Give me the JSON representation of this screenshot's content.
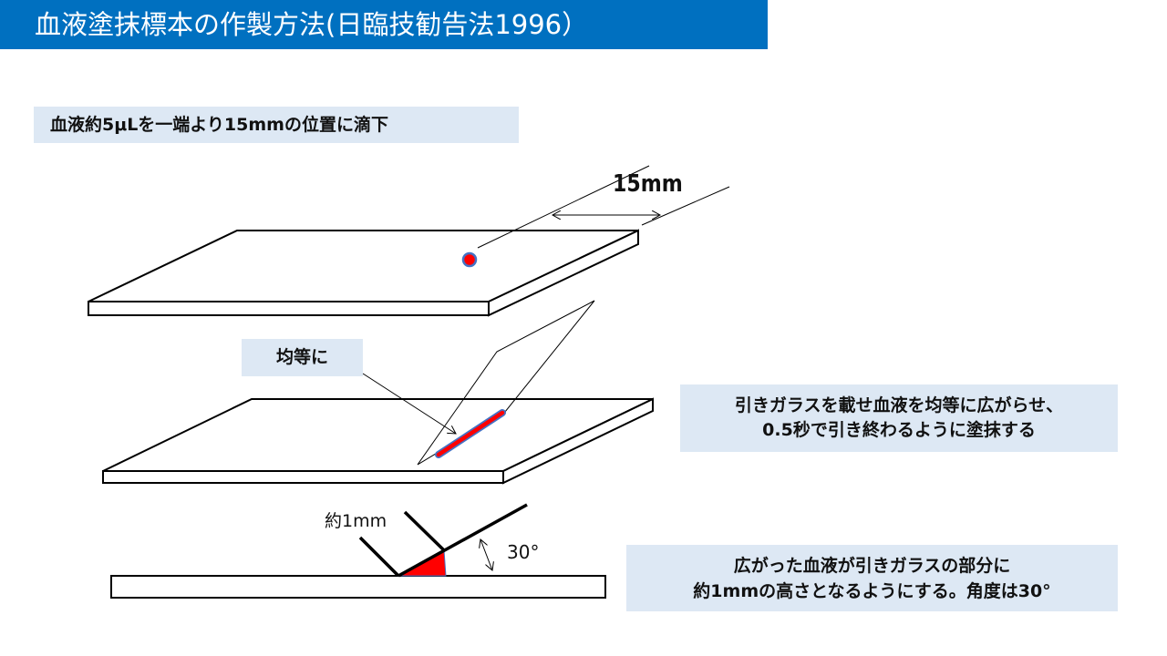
{
  "title": "血液塗抹標本の作製方法(日臨技勧告法1996）",
  "step1": {
    "text": "血液約5μLを一端より15mmの位置に滴下"
  },
  "diagram": {
    "distance_label": "15mm",
    "even_label": "均等に",
    "height_label": "約1mm",
    "angle_label": "30°"
  },
  "step2": {
    "line1": "引きガラスを載せ血液を均等に広がらせ、",
    "line2": "0.5秒で引き終わるように塗抹する"
  },
  "step3": {
    "line1": "広がった血液が引きガラスの部分に",
    "line2": "約1mmの高さとなるようにする。角度は30°"
  },
  "colors": {
    "title_bg": "#0070c0",
    "box_bg": "#dde8f4",
    "blood": "#ff0000",
    "blood_outline": "#4472c4"
  }
}
